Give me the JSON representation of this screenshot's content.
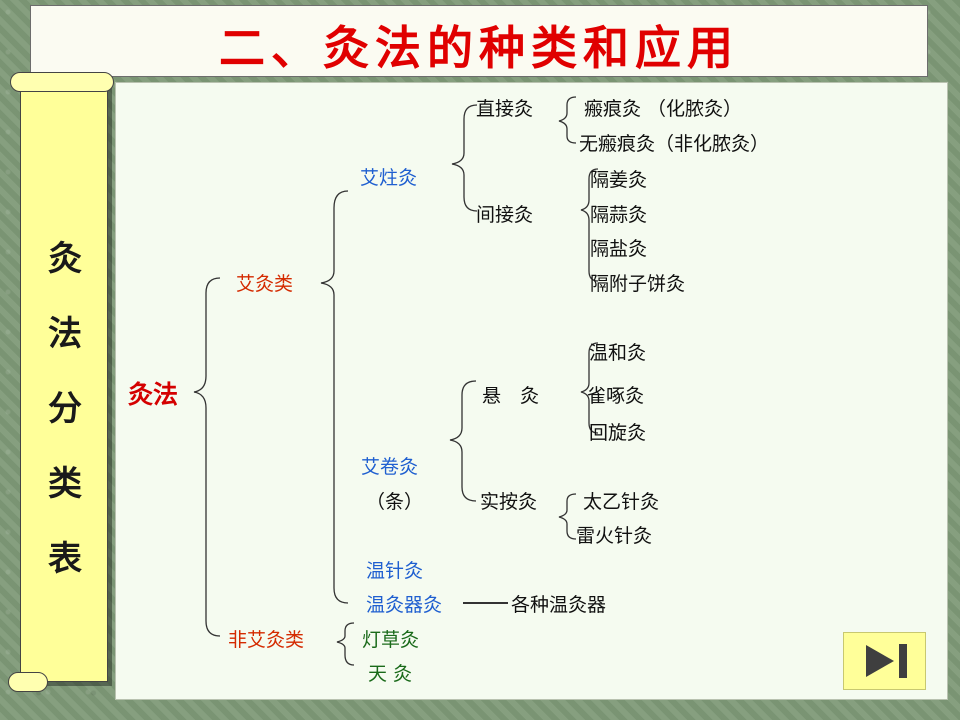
{
  "title": "二、灸法的种类和应用",
  "sidebar": {
    "chars": [
      "灸",
      "法",
      "分",
      "类",
      "表"
    ]
  },
  "tree": {
    "root": "灸法",
    "ai_class": "艾灸类",
    "non_ai_class": "非艾灸类",
    "aizhu": "艾炷灸",
    "zhijie": "直接灸",
    "banhen": "瘢痕灸 （化脓灸）",
    "wubanhen": "无瘢痕灸（非化脓灸）",
    "jianjie": "间接灸",
    "gejiang": "隔姜灸",
    "gesuan": "隔蒜灸",
    "geyan": "隔盐灸",
    "gefuzi": "隔附子饼灸",
    "aijuan": "艾卷灸",
    "aijuan_sub": "（条）",
    "xuan": "悬　灸",
    "wenhe": "温和灸",
    "quezhuo": "雀啄灸",
    "huixuan": "回旋灸",
    "shian": "实按灸",
    "taiyi": "太乙针灸",
    "leihuo": "雷火针灸",
    "wenzhen": "温针灸",
    "wenjiuqi": "温灸器灸",
    "gezhong": "各种温灸器",
    "dengcao": "灯草灸",
    "tian": "天 灸"
  },
  "nav": {
    "next_icon": "play-next-icon"
  }
}
